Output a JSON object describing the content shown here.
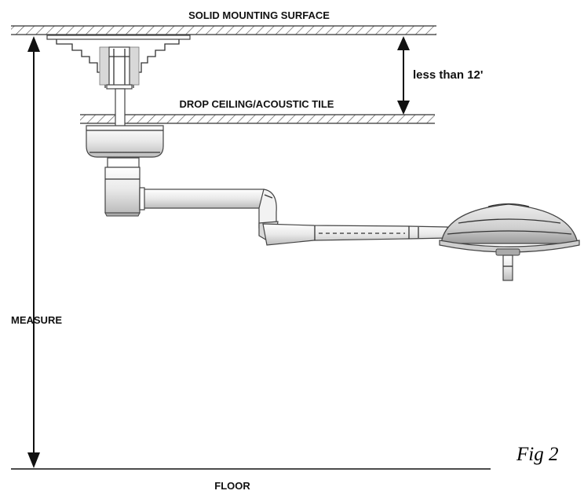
{
  "labels": {
    "mounting_surface": "SOLID MOUNTING SURFACE",
    "drop_ceiling": "DROP CEILING/ACOUSTIC TILE",
    "clearance": "less than 12'",
    "measure": "MEASURE",
    "floor": "FLOOR",
    "figure": "Fig 2"
  },
  "colors": {
    "line": "#333333",
    "hatch": "#555555",
    "shade_light": "#dddddd",
    "shade_dark": "#999999"
  }
}
